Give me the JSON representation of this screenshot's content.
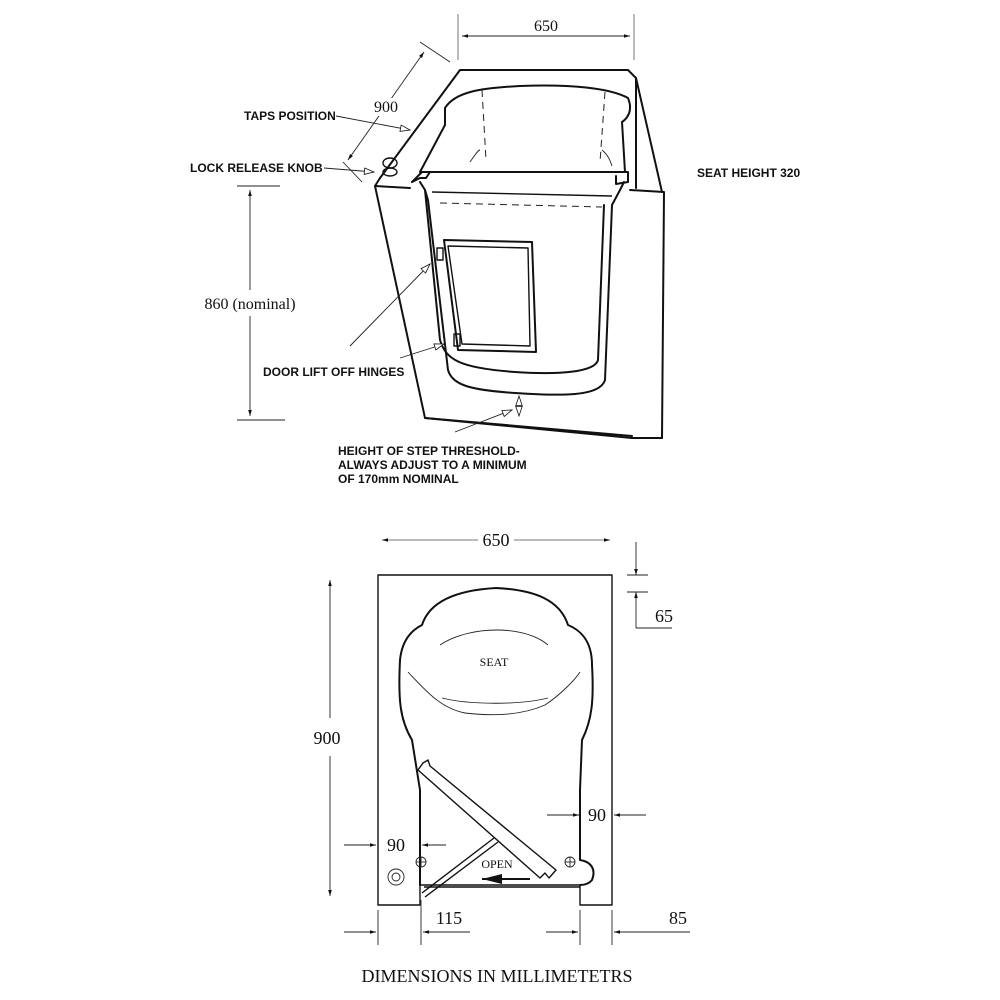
{
  "iso_view": {
    "dim_top_width": "650",
    "dim_depth": "900",
    "dim_height": "860 (nominal)",
    "labels": {
      "taps_position": "TAPS POSITION",
      "lock_release_knob": "LOCK RELEASE KNOB",
      "seat_height": "SEAT HEIGHT 320",
      "door_hinges": "DOOR LIFT OFF HINGES",
      "step_threshold_line1": "HEIGHT OF STEP THRESHOLD-",
      "step_threshold_line2": "ALWAYS ADJUST TO A MINIMUM",
      "step_threshold_line3": "OF 170mm NOMINAL"
    }
  },
  "plan_view": {
    "dim_width": "650",
    "dim_length": "900",
    "dim_top_offset": "65",
    "dim_left_wall": "90",
    "dim_right_wall": "90",
    "dim_door_offset": "115",
    "dim_right_ledge": "85",
    "seat_label": "SEAT",
    "open_label": "OPEN"
  },
  "caption": "DIMENSIONS IN MILLIMETETRS",
  "colors": {
    "line": "#111111",
    "background": "#ffffff"
  }
}
